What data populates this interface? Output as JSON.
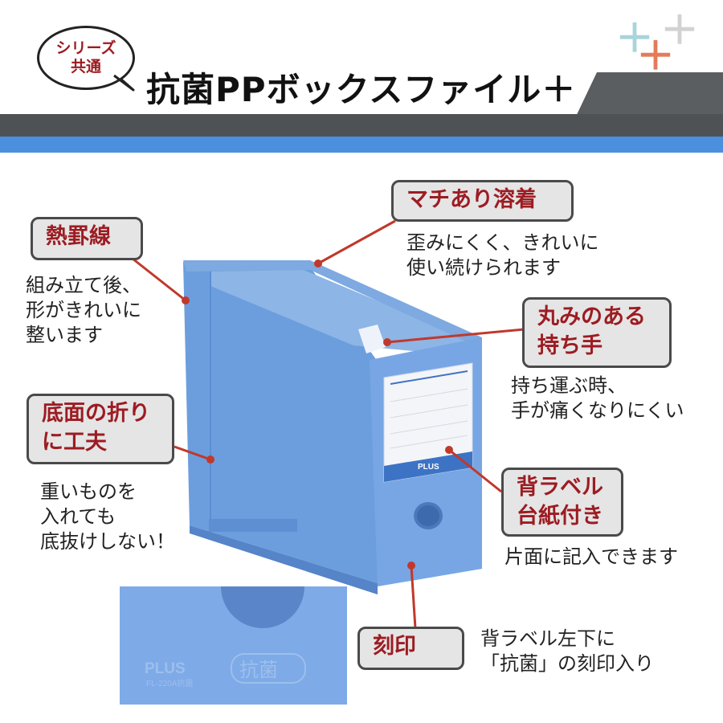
{
  "header": {
    "badge_line1": "シリーズ",
    "badge_line2": "共通",
    "title": "抗菌PPボックスファイル＋",
    "decor_plus_icons": [
      "plus-icon-light-blue",
      "plus-icon-orange",
      "plus-icon-gray"
    ]
  },
  "colors": {
    "accent_red": "#9c1c22",
    "label_bg": "#e5e5e5",
    "header_band": "#4f5254",
    "header_blue": "#4a90df",
    "product_blue": "#6d9fe0",
    "plus_light_blue": "#a8d4dc",
    "plus_orange": "#e37b5a",
    "plus_gray": "#d2d2d2"
  },
  "callouts": [
    {
      "title_lines": [
        "マチあり溶着"
      ],
      "desc_lines": [
        "歪みにくく、きれいに",
        "使い続けられます"
      ]
    },
    {
      "title_lines": [
        "熱罫線"
      ],
      "desc_lines": [
        "組み立て後、",
        "形がきれいに",
        "整います"
      ]
    },
    {
      "title_lines": [
        "丸みのある",
        "持ち手"
      ],
      "desc_lines": [
        "持ち運ぶ時、",
        "手が痛くなりにくい"
      ]
    },
    {
      "title_lines": [
        "底面の折り",
        "に工夫"
      ],
      "desc_lines": [
        "重いものを",
        "入れても",
        "底抜けしない！"
      ]
    },
    {
      "title_lines": [
        "背ラベル",
        "台紙付き"
      ],
      "desc_lines": [
        "片面に記入できます"
      ]
    },
    {
      "title_lines": [
        "刻印"
      ],
      "desc_lines": [
        "背ラベル左下に",
        "「抗菌」の刻印入り"
      ]
    }
  ],
  "product": {
    "spine_brand": "PLUS",
    "detail_brand": "PLUS",
    "detail_model": "FL-220A抗菌",
    "detail_stamp": "抗菌"
  }
}
